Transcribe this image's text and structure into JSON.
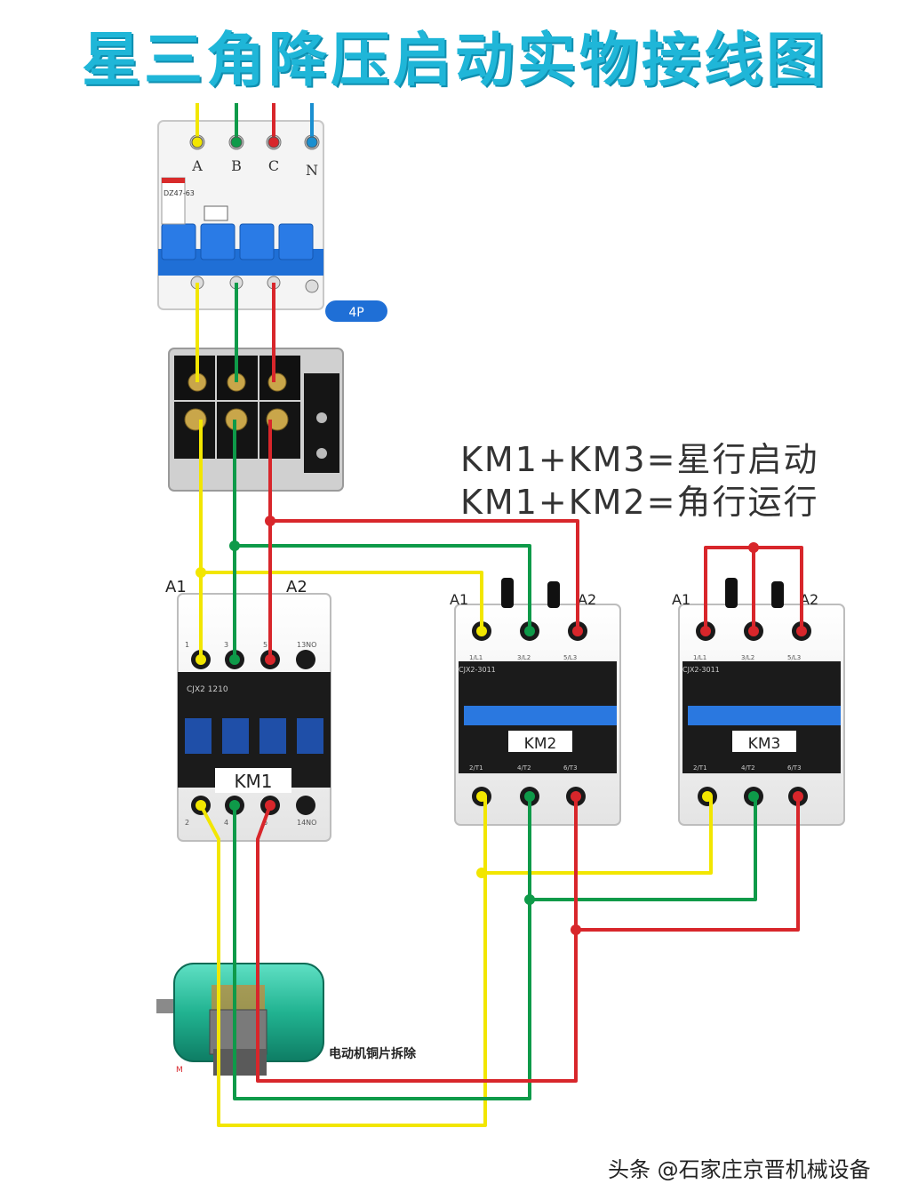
{
  "title": "星三角降压启动实物接线图",
  "formula": {
    "star": "KM1+KM3=星行启动",
    "delta": "KM1+KM2=角行运行"
  },
  "breaker": {
    "terminals": [
      "A",
      "B",
      "C",
      "N"
    ],
    "badge": "4P",
    "model": "DZ47-63"
  },
  "contactors": {
    "km1": {
      "label": "KM1",
      "coil_left": "A1",
      "coil_right": "A2",
      "model": "CJX2 1210",
      "top_marks": [
        "1",
        "3",
        "5",
        "13NO"
      ],
      "bottom_marks": [
        "2",
        "4",
        "6",
        "14NO"
      ]
    },
    "km2": {
      "label": "KM2",
      "coil_left": "A1",
      "coil_right": "A2",
      "model": "CJX2-3011",
      "top_marks": [
        "1/L1",
        "3/L2",
        "5/L3"
      ],
      "bottom_marks": [
        "2/T1",
        "4/T2",
        "6/T3"
      ]
    },
    "km3": {
      "label": "KM3",
      "coil_left": "A1",
      "coil_right": "A2",
      "model": "CJX2-3011",
      "top_marks": [
        "1/L1",
        "3/L2",
        "5/L3"
      ],
      "bottom_marks": [
        "2/T1",
        "4/T2",
        "6/T3"
      ]
    }
  },
  "motor": {
    "note": "电动机铜片拆除",
    "mark": "M"
  },
  "watermark": "头条 @石家庄京晋机械设备",
  "colors": {
    "phase_a": "#f2e600",
    "phase_b": "#0e9a49",
    "phase_c": "#d8262b",
    "neutral": "#1a8fd0",
    "title": "#1fb6d8",
    "accent_blue": "#1f6fd6",
    "motor": "#2fc8a8"
  }
}
